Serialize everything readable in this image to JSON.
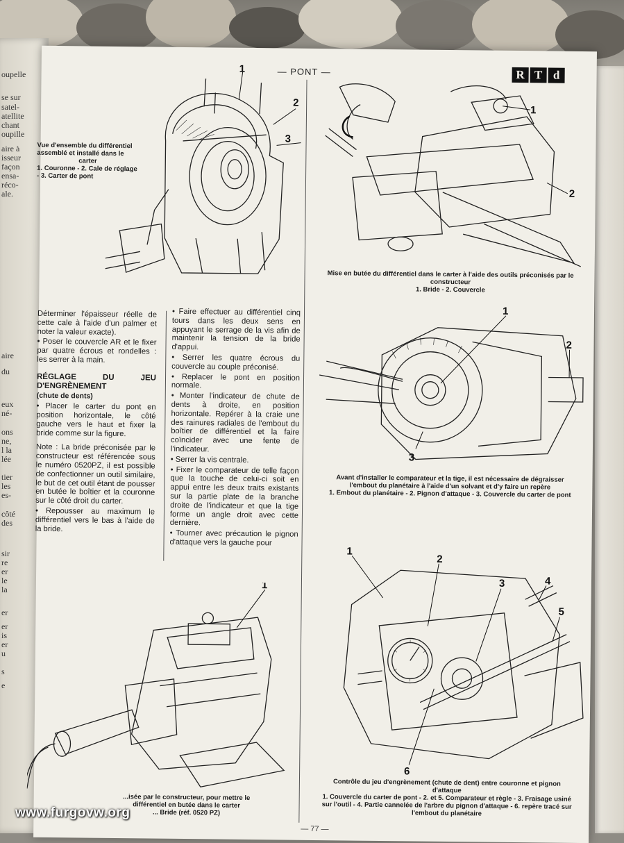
{
  "header": {
    "section": "— PONT —",
    "logo_letters": [
      "R",
      "T",
      "d"
    ]
  },
  "left_page_fragments": [
    "oupelle",
    "se sur",
    "satel-",
    "atellite",
    "chant",
    "oupille",
    "aire à",
    "isseur",
    "façon",
    "ensa-",
    "réco-",
    "ale.",
    "aire",
    "du",
    "eux",
    "né-",
    "ons",
    "ne,",
    "l la",
    "lée",
    "tier",
    "les",
    "es-",
    "côté",
    "des",
    "sir",
    "re",
    "er",
    "le",
    "la",
    "er",
    "er",
    "is",
    "er",
    "u",
    "s",
    "e"
  ],
  "fig1": {
    "caption_lines": [
      "Vue d'ensemble du différentiel",
      "assemblé et installé dans le",
      "carter",
      "1. Couronne - 2. Cale de réglage",
      "- 3. Carter de pont"
    ],
    "callouts": [
      "1",
      "2",
      "3"
    ]
  },
  "fig2": {
    "caption_lines": [
      "Mise en butée du différentiel dans le carter à l'aide des outils préconisés par le",
      "constructeur",
      "1. Bride - 2. Couvercle"
    ],
    "callouts": [
      "1",
      "2"
    ]
  },
  "fig3": {
    "caption_lines": [
      "Avant d'installer le comparateur et la tige, il est nécessaire de dégraisser",
      "l'embout du planétaire à l'aide d'un solvant et d'y faire un repère",
      "1. Embout du planétaire - 2. Pignon d'attaque - 3. Couvercle du carter de pont"
    ],
    "callouts": [
      "1",
      "2",
      "3"
    ]
  },
  "fig4": {
    "caption_lines": [
      "Contrôle du jeu d'engrènement (chute de dent) entre couronne et pignon",
      "d'attaque",
      "1. Couvercle du carter de pont - 2. et 5. Comparateur et règle - 3. Fraisage usiné",
      "sur l'outil - 4. Partie cannelée de l'arbre du pignon d'attaque - 6. repère tracé sur",
      "l'embout du planétaire"
    ],
    "callouts": [
      "1",
      "2",
      "3",
      "4",
      "5",
      "6"
    ]
  },
  "fig5": {
    "caption_lines": [
      "...isée par le constructeur, pour mettre le",
      "différentiel en butée dans le carter",
      "... Bride (réf. 0520 PZ)"
    ],
    "callouts": [
      "1"
    ]
  },
  "col1": {
    "para1": "Déterminer l'épaisseur réelle de cette cale à l'aide d'un palmer et noter la valeur exacte).",
    "bullet1": "• Poser le couvercle AR et le fixer par quatre écrous et rondelles : les serrer à la main.",
    "heading": "RÉGLAGE DU JEU D'ENGRÈNEMENT",
    "subheading": "(chute de dents)",
    "bullet2": "• Placer le carter du pont en position horizontale, le côté gauche vers le haut et fixer la bride comme sur la figure.",
    "note": "Note : La bride préconisée par le constructeur est référencée sous le numéro 0520PZ, il est possible de confectionner un outil similaire, le but de cet outil étant de pousser en butée le boîtier et la couronne sur le côté droit du carter.",
    "bullet3": "• Repousser au maximum le différentiel vers le bas à l'aide de la bride."
  },
  "col2": {
    "b1": "• Faire effectuer au différentiel cinq tours dans les deux sens en appuyant le serrage de la vis afin de maintenir la tension de la bride d'appui.",
    "b2": "• Serrer les quatre écrous du couvercle au couple préconisé.",
    "b3": "• Replacer le pont en position normale.",
    "b4": "• Monter l'indicateur de chute de dents à droite, en position horizontale. Repérer à la craie une des rainures radiales de l'embout du boîtier de différentiel et la faire coïncider avec une fente de l'indicateur.",
    "b5": "• Serrer la vis centrale.",
    "b6": "• Fixer le comparateur de telle façon que la touche de celui-ci soit en appui entre les deux traits existants sur la partie plate de la branche droite de l'indicateur et que la tige forme un angle droit avec cette dernière.",
    "b7": "• Tourner avec précaution le pignon d'attaque vers la gauche pour"
  },
  "page_number": "— 77 —",
  "watermark": "www.furgovw.org",
  "colors": {
    "paper": "#f1efe8",
    "ink": "#1c1c1c",
    "background": "#8f8c85"
  }
}
